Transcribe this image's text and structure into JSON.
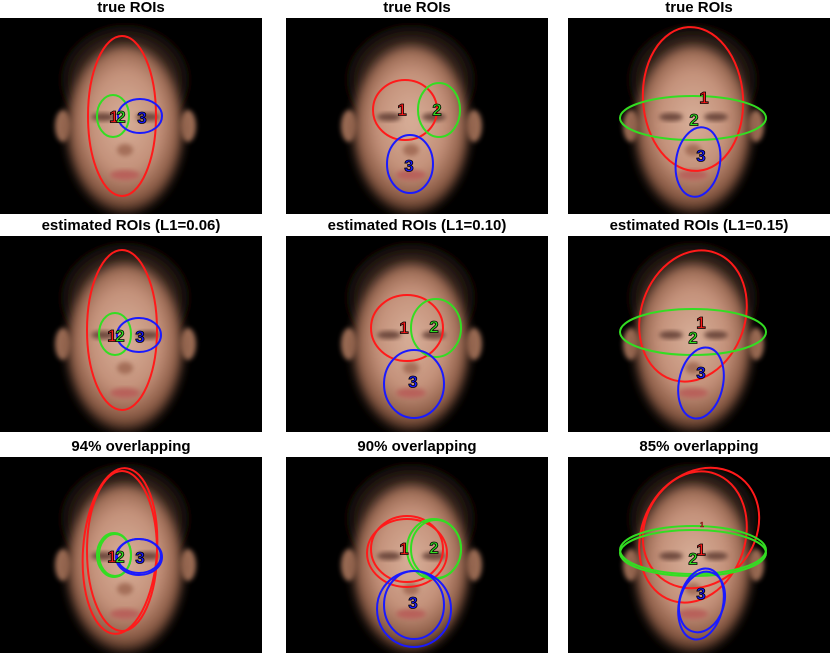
{
  "figure": {
    "panels": [
      {
        "title": "true ROIs",
        "rois": [
          {
            "label": "1",
            "color": "#ff1a1a",
            "count": 1
          },
          {
            "label": "2",
            "color": "#33dd22",
            "count": 1
          },
          {
            "label": "3",
            "color": "#1a1aff",
            "count": 1
          }
        ]
      },
      {
        "title": "true ROIs",
        "rois": [
          {
            "label": "1",
            "color": "#ff1a1a",
            "count": 1
          },
          {
            "label": "2",
            "color": "#33dd22",
            "count": 1
          },
          {
            "label": "3",
            "color": "#1a1aff",
            "count": 1
          }
        ]
      },
      {
        "title": "true ROIs",
        "rois": [
          {
            "label": "1",
            "color": "#ff1a1a",
            "count": 1
          },
          {
            "label": "2",
            "color": "#33dd22",
            "count": 1
          },
          {
            "label": "3",
            "color": "#1a1aff",
            "count": 1
          }
        ]
      },
      {
        "title": "estimated ROIs (L1=0.06)",
        "rois": [
          {
            "label": "1",
            "color": "#ff1a1a",
            "count": 1
          },
          {
            "label": "2",
            "color": "#33dd22",
            "count": 1
          },
          {
            "label": "3",
            "color": "#1a1aff",
            "count": 1
          }
        ]
      },
      {
        "title": "estimated ROIs (L1=0.10)",
        "rois": [
          {
            "label": "1",
            "color": "#ff1a1a",
            "count": 1
          },
          {
            "label": "2",
            "color": "#33dd22",
            "count": 1
          },
          {
            "label": "3",
            "color": "#1a1aff",
            "count": 1
          }
        ]
      },
      {
        "title": "estimated ROIs (L1=0.15)",
        "rois": [
          {
            "label": "1",
            "color": "#ff1a1a",
            "count": 1
          },
          {
            "label": "2",
            "color": "#33dd22",
            "count": 1
          },
          {
            "label": "3",
            "color": "#1a1aff",
            "count": 1
          }
        ]
      },
      {
        "title": "94% overlapping",
        "rois": [
          {
            "label": "1",
            "color": "#ff1a1a",
            "count": 2
          },
          {
            "label": "2",
            "color": "#33dd22",
            "count": 2
          },
          {
            "label": "3",
            "color": "#1a1aff",
            "count": 2
          }
        ]
      },
      {
        "title": "90% overlapping",
        "rois": [
          {
            "label": "1",
            "color": "#ff1a1a",
            "count": 2
          },
          {
            "label": "2",
            "color": "#33dd22",
            "count": 2
          },
          {
            "label": "3",
            "color": "#1a1aff",
            "count": 2
          }
        ]
      },
      {
        "title": "85% overlapping",
        "rois": [
          {
            "label": "1",
            "color": "#ff1a1a",
            "count": 2
          },
          {
            "label": "2",
            "color": "#33dd22",
            "count": 2
          },
          {
            "label": "3",
            "color": "#1a1aff",
            "count": 2
          }
        ],
        "extra_labels": [
          {
            "label": "1",
            "color": "#ff1a1a"
          }
        ]
      }
    ]
  }
}
